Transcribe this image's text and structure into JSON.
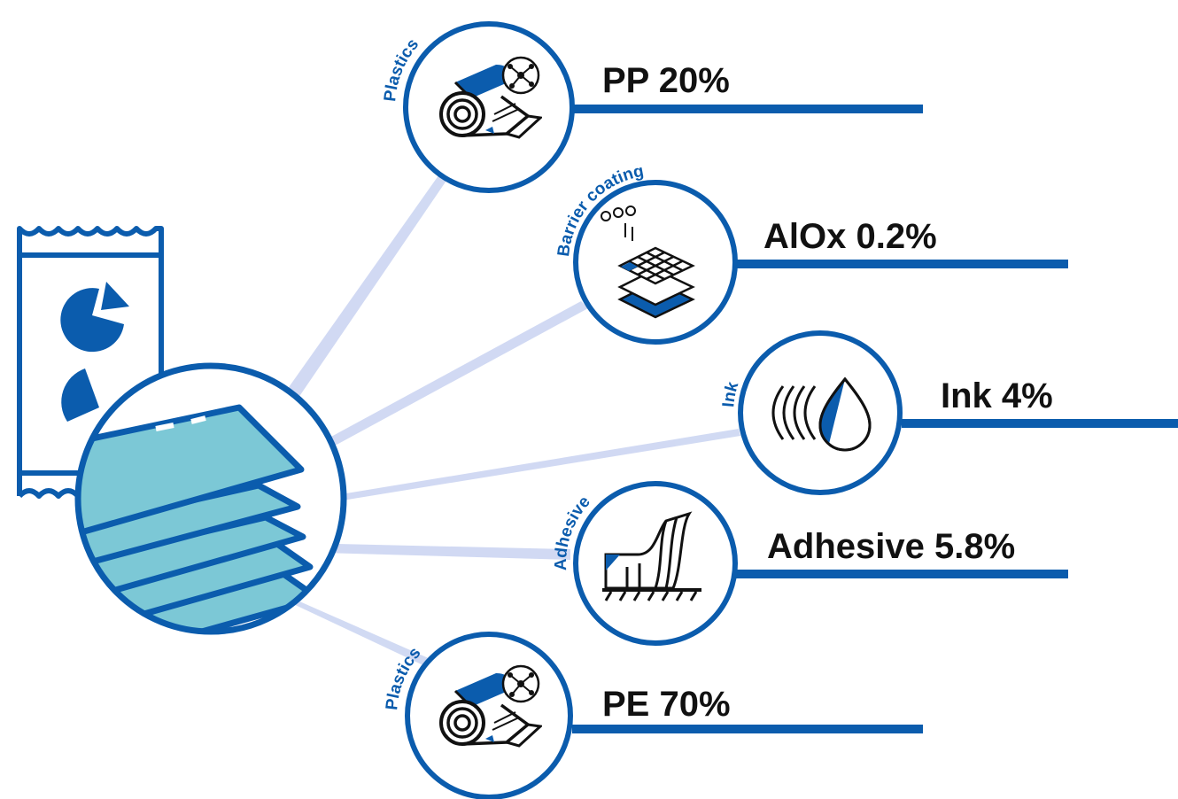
{
  "colors": {
    "brand_blue": "#0b5cad",
    "layer_fill": "#7cc8d6",
    "beam": "#c9d3f1",
    "text": "#111111",
    "background": "#ffffff"
  },
  "components": [
    {
      "id": "pp",
      "category": "Plastics",
      "label": "PP 20%",
      "material": "PP",
      "percent": 20,
      "icon": "film-roll-icon"
    },
    {
      "id": "alox",
      "category": "Barrier coating",
      "label": "AlOx 0.2%",
      "material": "AlOx",
      "percent": 0.2,
      "icon": "barrier-layers-icon"
    },
    {
      "id": "ink",
      "category": "Ink",
      "label": "Ink 4%",
      "material": "Ink",
      "percent": 4,
      "icon": "ink-drop-icon"
    },
    {
      "id": "adhesive",
      "category": "Adhesive",
      "label": "Adhesive 5.8%",
      "material": "Adhesive",
      "percent": 5.8,
      "icon": "adhesive-peel-icon"
    },
    {
      "id": "pe",
      "category": "Plastics",
      "label": "PE 70%",
      "material": "PE",
      "percent": 70,
      "icon": "film-roll-icon"
    }
  ],
  "package_icon": "snack-bag-icon",
  "layers_icon": "laminate-layers-icon"
}
